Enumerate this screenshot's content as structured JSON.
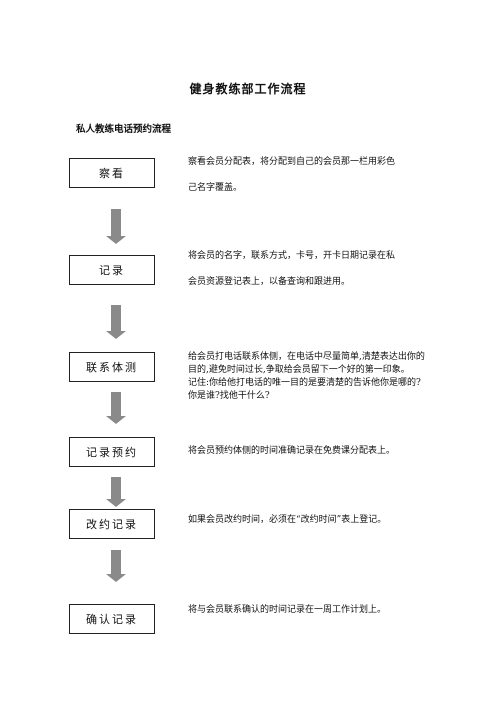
{
  "title": "健身教练部工作流程",
  "subtitle": "私人教练电话预约流程",
  "steps": [
    {
      "label": "察看",
      "desc": [
        "察看会员分配表，将分配到自己的会员那一栏用彩色",
        "己名字覆盖。"
      ]
    },
    {
      "label": "记录",
      "desc": [
        "将会员的名字，联系方式，卡号，开卡日期记录在私",
        "会员资源登记表上，以备查询和跟进用。"
      ]
    },
    {
      "label": "联系体测",
      "desc": [
        "给会员打电话联系体侧，在电话中尽量简单,清楚表达出你的",
        "目的,避免时间过长,争取给会员留下一个好的第一印象。",
        "记住:你给他打电话的唯一目的是要清楚的告诉他你是哪的?",
        "你是谁?找他干什么?"
      ]
    },
    {
      "label": "记录预约",
      "desc": [
        "将会员预约体侧的时间准确记录在免费课分配表上。"
      ]
    },
    {
      "label": "改约记录",
      "desc": [
        "如果会员改约时间，必须在“改约时间”表上登记。"
      ]
    },
    {
      "label": "确认记录",
      "desc": [
        "将与会员联系确认的时间记录在一周工作计划上。"
      ]
    }
  ]
}
